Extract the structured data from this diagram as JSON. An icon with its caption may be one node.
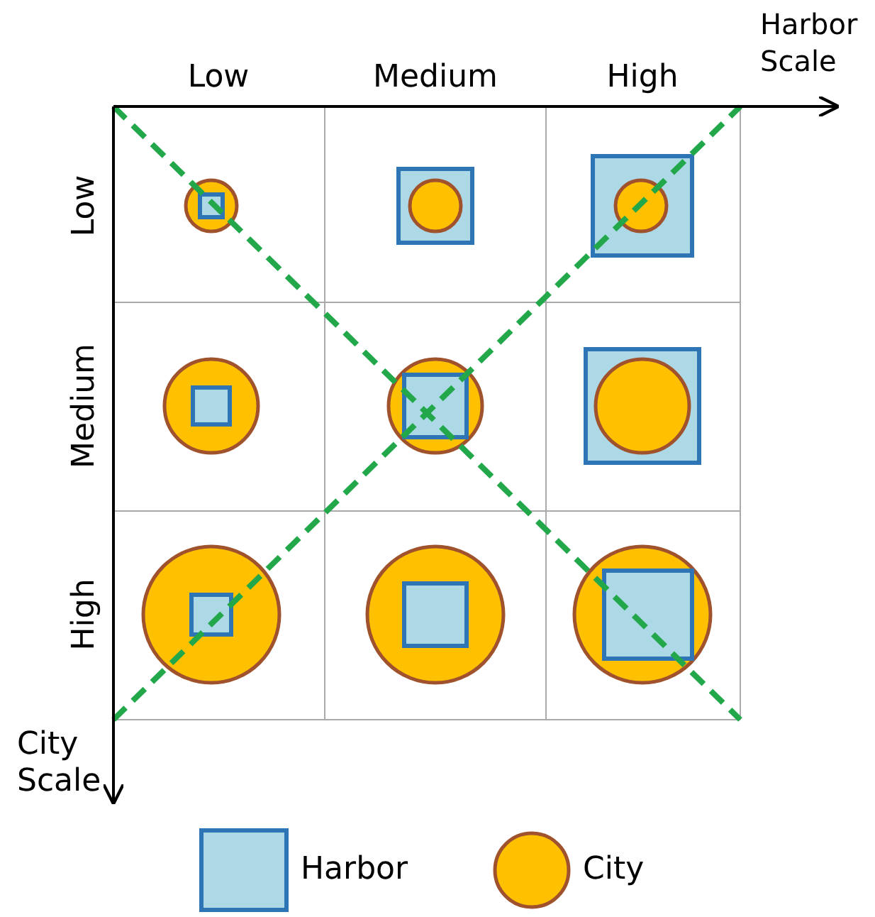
{
  "diagram": {
    "labels": [
      "Harbor Scale",
      "Low",
      "Medium",
      "High",
      "Low",
      "Medium",
      "High",
      "City Scale"
    ],
    "legend": [
      {
        "text": "Harbor"
      },
      {
        "text": "City"
      }
    ]
  }
}
